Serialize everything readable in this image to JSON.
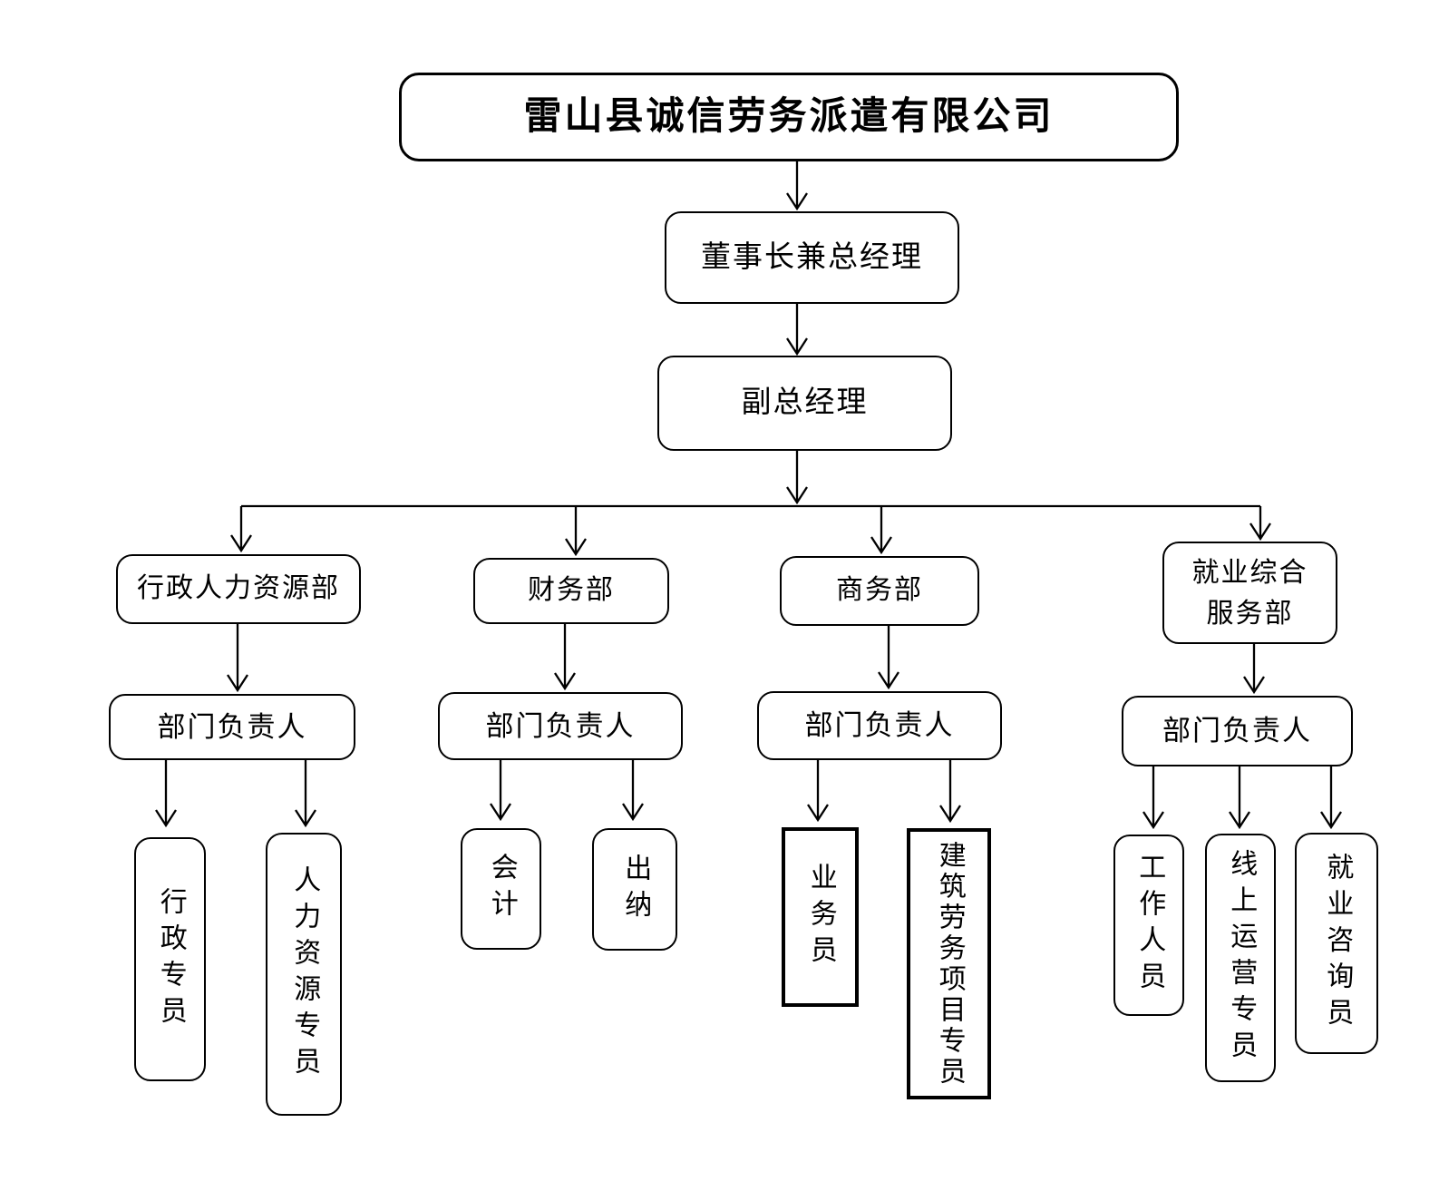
{
  "diagram": {
    "title": "雷山县诚信劳务派遣有限公司",
    "chairman": "董事长兼总经理",
    "deputy_gm": "副总经理",
    "departments": [
      {
        "name": "行政人力资源部",
        "head": "部门负责人",
        "staff": [
          "行政专员",
          "人力资源专员"
        ]
      },
      {
        "name": "财务部",
        "head": "部门负责人",
        "staff": [
          "会计",
          "出纳"
        ]
      },
      {
        "name": "商务部",
        "head": "部门负责人",
        "staff": [
          "业务员",
          "建筑劳务项目专员"
        ]
      },
      {
        "name": "就业综合服务部",
        "head": "部门负责人",
        "staff": [
          "工作人员",
          "线上运营专员",
          "就业咨询员"
        ]
      }
    ],
    "colors": {
      "line": "#000000",
      "background": "#ffffff",
      "text": "#000000"
    }
  }
}
